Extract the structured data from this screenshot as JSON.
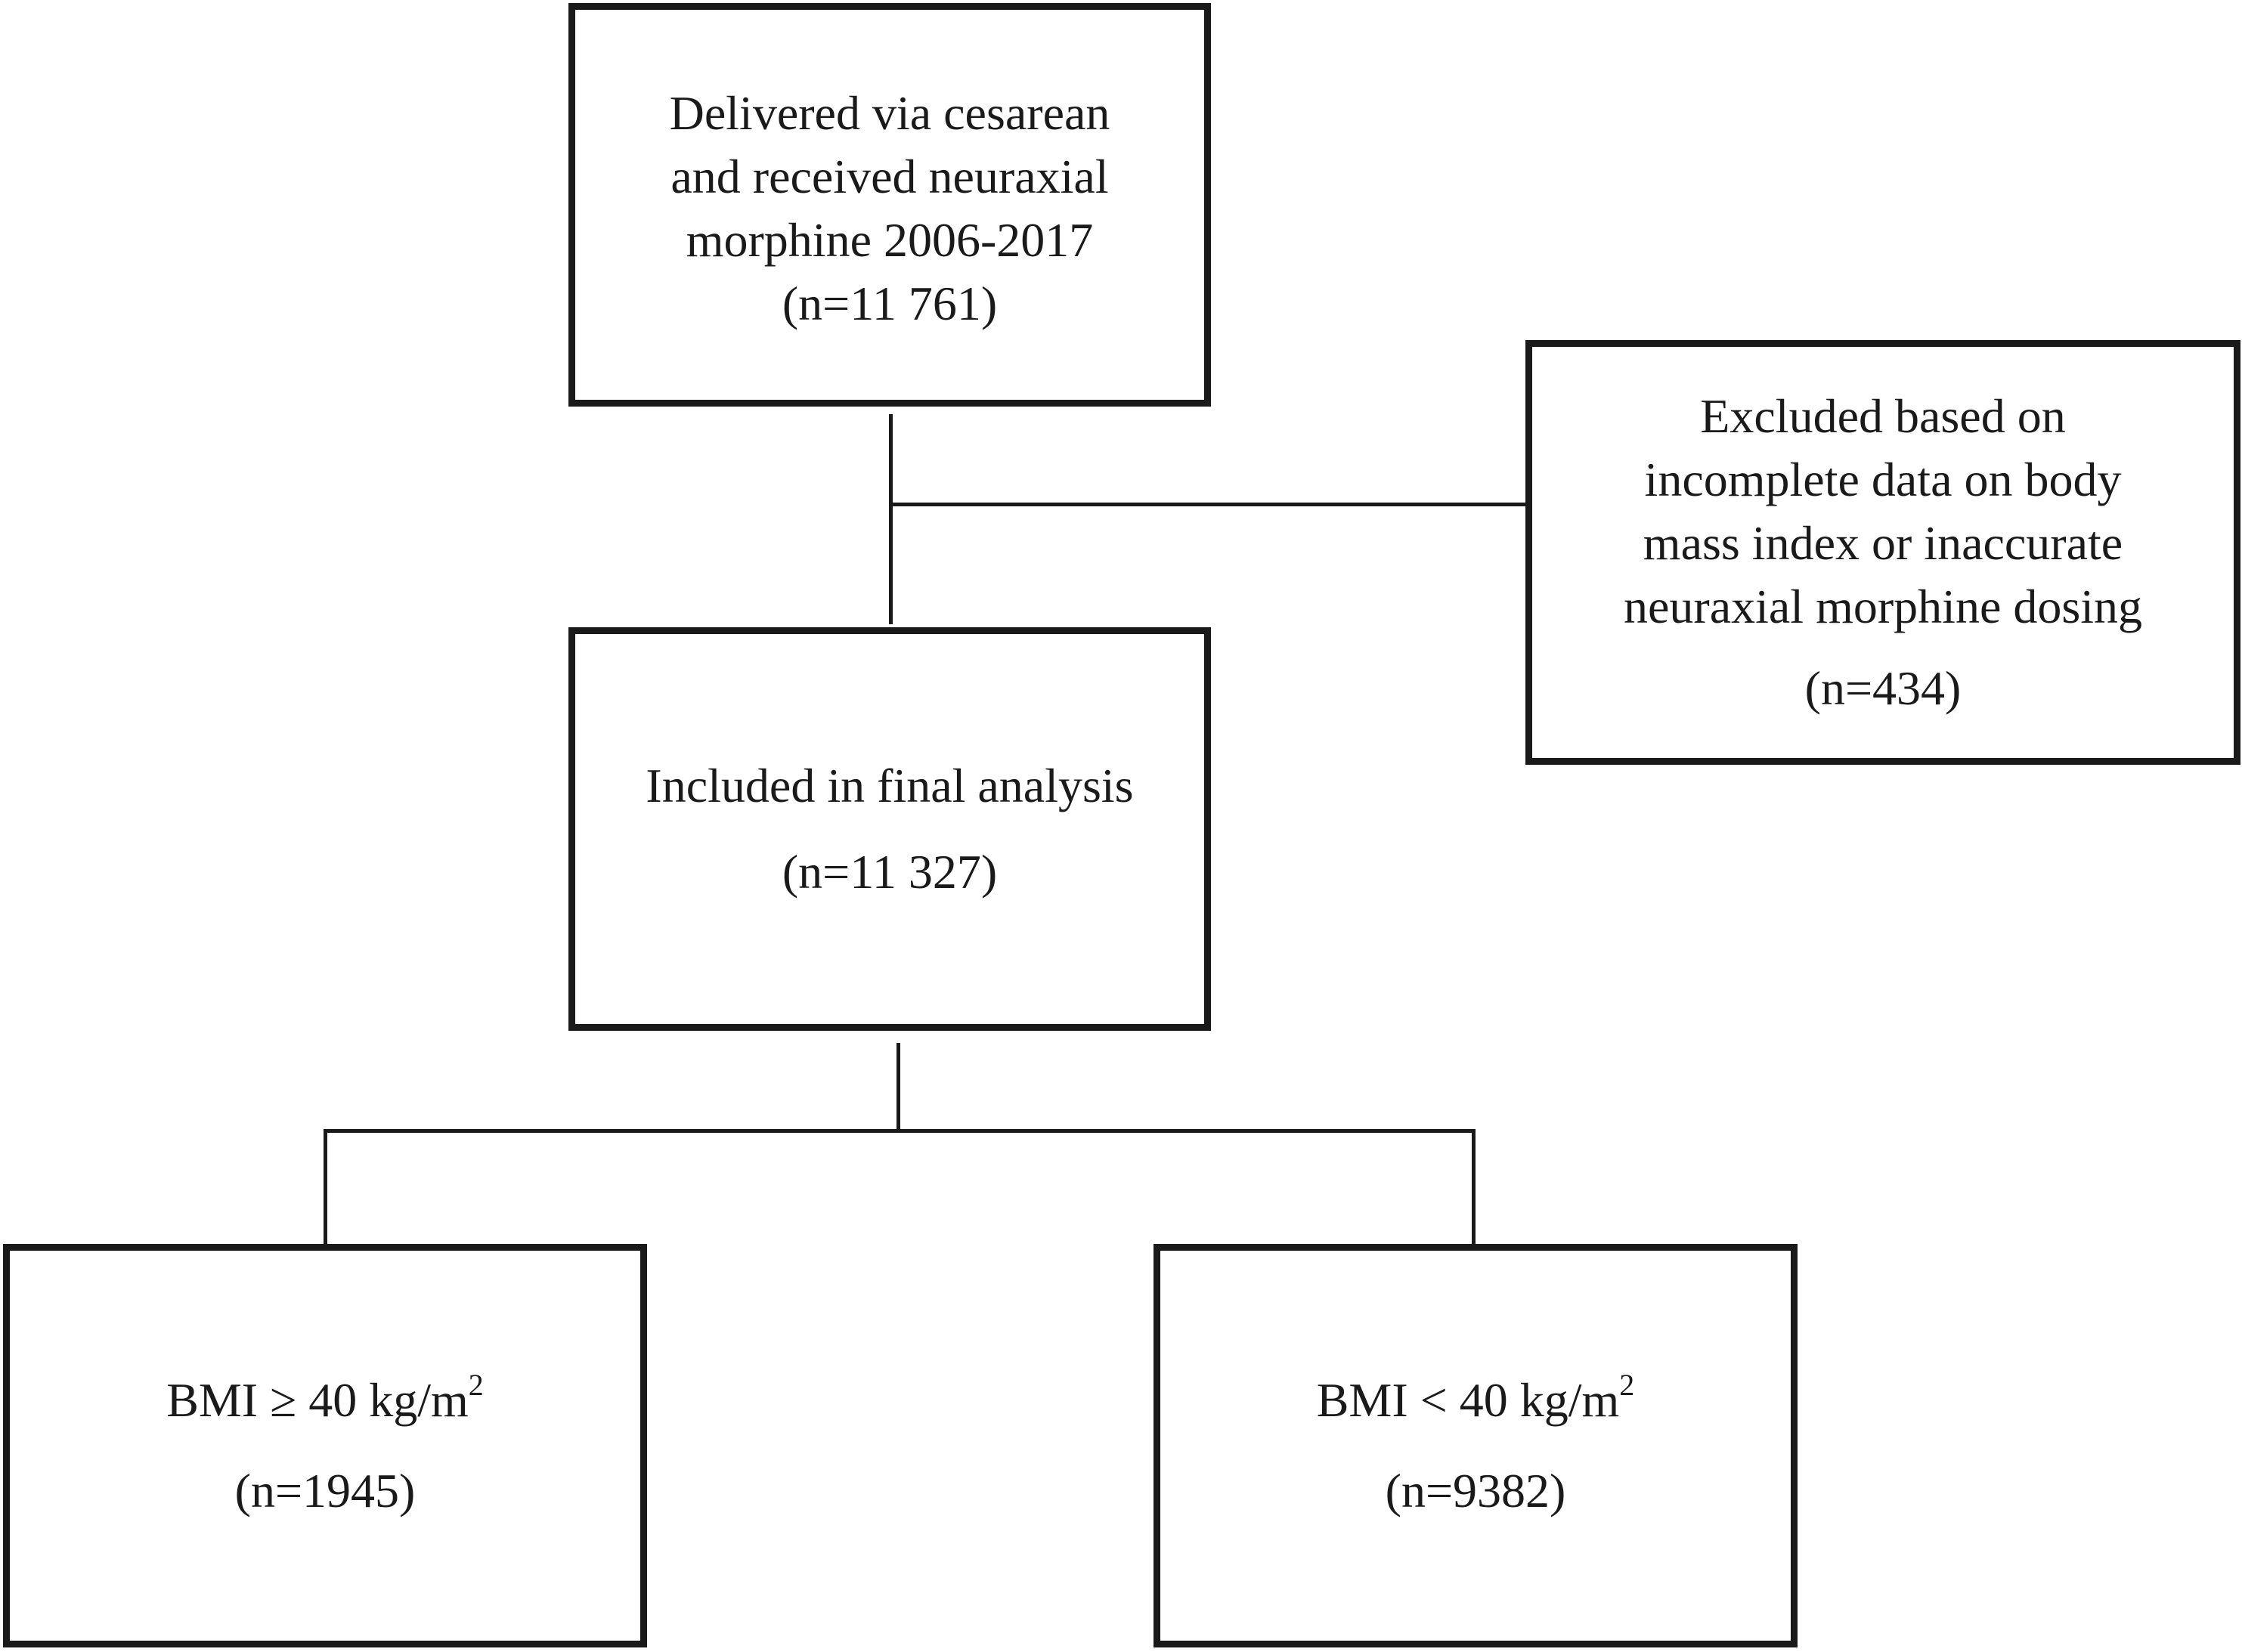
{
  "flowchart": {
    "total": {
      "lines": [
        "Delivered via cesarean",
        "and received neuraxial",
        "morphine 2006-2017"
      ],
      "count": "(n=11 761)"
    },
    "excluded": {
      "lines": [
        "Excluded based on",
        "incomplete data on body",
        "mass index or inaccurate",
        "neuraxial morphine dosing"
      ],
      "count": "(n=434)"
    },
    "included": {
      "label": "Included in final analysis",
      "count": "(n=11 327)"
    },
    "bmi_high": {
      "label": "BMI ≥ 40 kg/m",
      "superscript": "2",
      "count": "(n=1945)"
    },
    "bmi_low": {
      "label": "BMI < 40 kg/m",
      "superscript": "2",
      "count": "(n=9382)"
    }
  }
}
